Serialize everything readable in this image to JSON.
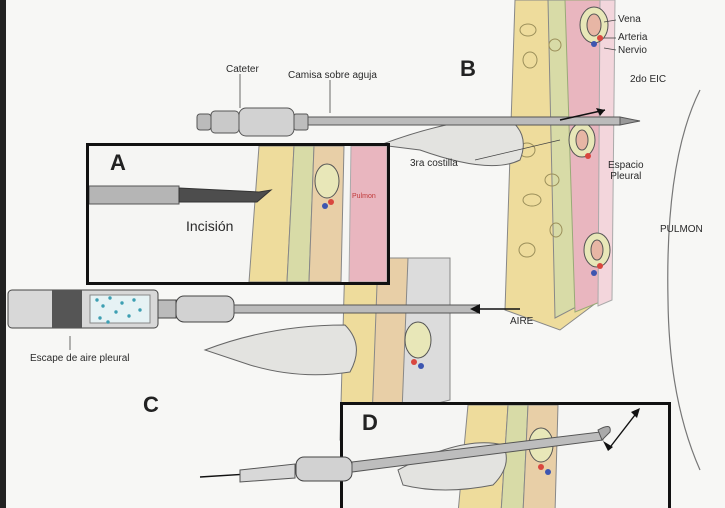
{
  "panels": {
    "a_letter": "A",
    "b_letter": "B",
    "c_letter": "C",
    "d_letter": "D"
  },
  "labels": {
    "cateter": "Cateter",
    "camisa": "Camisa sobre aguja",
    "vena": "Vena",
    "arteria": "Arteria",
    "nervio": "Nervio",
    "eic": "2do EIC",
    "costilla": "3ra costilla",
    "espacio_pleural": "Espacio\nPleural",
    "pulmon_right": "PULMON",
    "incision": "Incisión",
    "pulmon_inset": "Pulmon",
    "aire": "AIRE",
    "escape": "Escape de aire pleural"
  },
  "colors": {
    "artery": "#d9473f",
    "vein": "#3d56b0",
    "pleura": "#e9b6bf",
    "fat": "#eedc9c",
    "muscle": "#c7ad8a",
    "rib": "#d8dba7"
  }
}
